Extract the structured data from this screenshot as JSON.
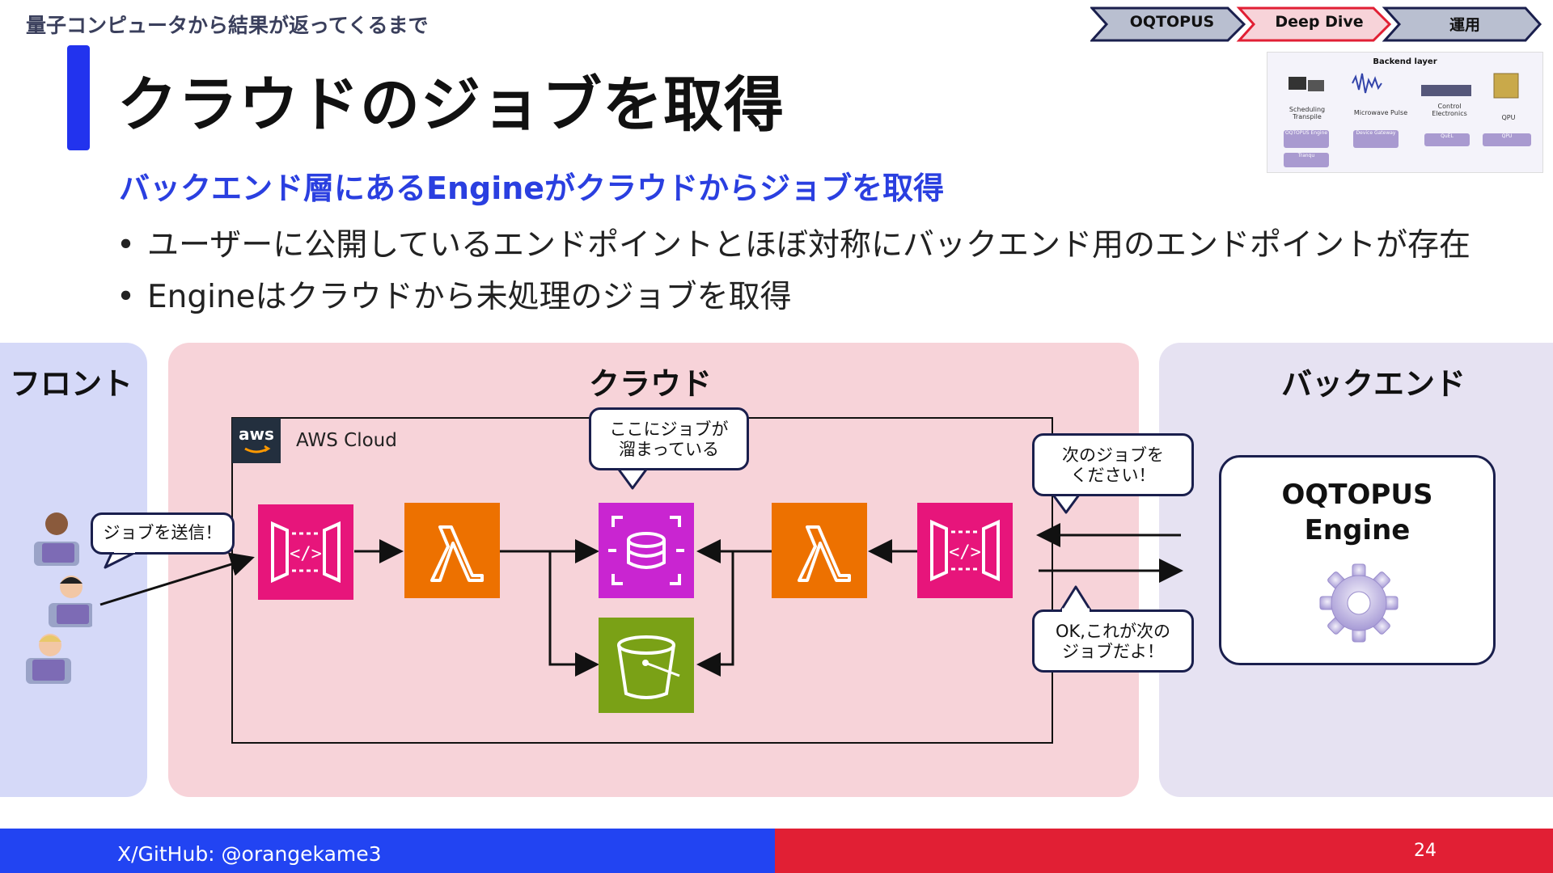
{
  "header": {
    "kicker": "量子コンピュータから結果が返ってくるまで",
    "title": "クラウドのジョブを取得",
    "subtitle": "バックエンド層にあるEngineがクラウドからジョブを取得",
    "bullets": [
      "ユーザーに公開しているエンドポイントとほぼ対称にバックエンド用のエンドポイントが存在",
      "Engineはクラウドから未処理のジョブを取得"
    ]
  },
  "breadcrumb": {
    "items": [
      "OQTOPUS",
      "Deep Dive",
      "運用"
    ],
    "active_index": 1
  },
  "thumbnail": {
    "title": "Backend layer",
    "labels": [
      "Scheduling\nTranspile",
      "Microwave Pulse",
      "Control\nElectronics",
      "QPU"
    ],
    "boxes": [
      "OQTOPUS Engine",
      "Device Gateway",
      "QuEL",
      "QPU",
      "Tranqu"
    ]
  },
  "panels": {
    "front_title": "フロント",
    "cloud_title": "クラウド",
    "back_title": "バックエンド"
  },
  "aws": {
    "logo_text": "aws",
    "label": "AWS Cloud"
  },
  "bubbles": {
    "send_job": "ジョブを送信！",
    "queue": "ここにジョブが\n溜まっている",
    "next_job": "次のジョブを\nください！",
    "ok_next": "OK,これが次の\nジョブだよ！"
  },
  "engine": {
    "title": "OQTOPUS\nEngine"
  },
  "footer": {
    "handle": "X/GitHub: @orangekame3",
    "page": "24"
  },
  "colors": {
    "brand_blue": "#2244f2",
    "brand_red": "#e11f34",
    "api_gateway": "#e7157b",
    "lambda": "#ed7100",
    "database": "#c925d1",
    "s3": "#7aa116"
  }
}
